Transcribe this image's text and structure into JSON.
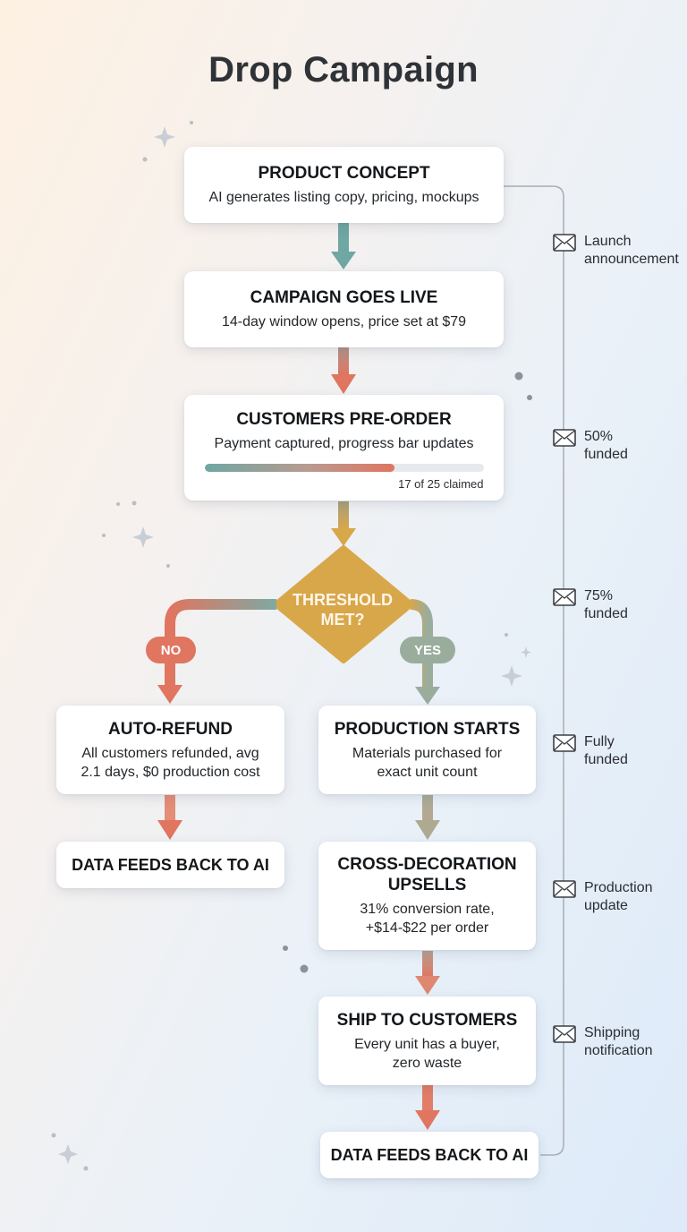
{
  "title": "Drop Campaign",
  "colors": {
    "teal": "#6fa7a3",
    "coral": "#e07560",
    "gold": "#d8a74a",
    "sage": "#9aad9c",
    "rail": "#a8adb3"
  },
  "nodes": {
    "product_concept": {
      "title": "PRODUCT CONCEPT",
      "desc": "AI generates listing copy, pricing, mockups"
    },
    "campaign_live": {
      "title": "CAMPAIGN GOES LIVE",
      "desc": "14-day window opens, price set at $79"
    },
    "pre_order": {
      "title": "CUSTOMERS PRE-ORDER",
      "desc": "Payment captured, progress bar updates",
      "progress": {
        "claimed": 17,
        "total": 25,
        "label": "17 of 25 claimed"
      }
    },
    "decision": {
      "line1": "THRESHOLD",
      "line2": "MET?"
    },
    "no_label": "NO",
    "yes_label": "YES",
    "auto_refund": {
      "title": "AUTO-REFUND",
      "desc_line1": "All customers refunded, avg",
      "desc_line2": "2.1 days, $0 production cost"
    },
    "data_feeds_left": {
      "title": "DATA FEEDS BACK TO AI"
    },
    "production": {
      "title": "PRODUCTION STARTS",
      "desc_line1": "Materials purchased for",
      "desc_line2": "exact unit count"
    },
    "upsells": {
      "title_line1": "CROSS-DECORATION",
      "title_line2": "UPSELLS",
      "desc_line1": "31% conversion rate,",
      "desc_line2": "+$14-$22 per order"
    },
    "ship": {
      "title": "SHIP TO CUSTOMERS",
      "desc_line1": "Every unit has a buyer,",
      "desc_line2": "zero waste"
    },
    "data_feeds_right": {
      "title": "DATA FEEDS BACK TO AI"
    }
  },
  "notifications": [
    {
      "icon": "envelope-icon",
      "line1": "Launch",
      "line2": "announcement"
    },
    {
      "icon": "envelope-icon",
      "line1": "50%",
      "line2": "funded"
    },
    {
      "icon": "envelope-icon",
      "line1": "75%",
      "line2": "funded"
    },
    {
      "icon": "envelope-icon",
      "line1": "Fully",
      "line2": "funded"
    },
    {
      "icon": "envelope-icon",
      "line1": "Production",
      "line2": "update"
    },
    {
      "icon": "envelope-icon",
      "line1": "Shipping",
      "line2": "notification"
    }
  ]
}
